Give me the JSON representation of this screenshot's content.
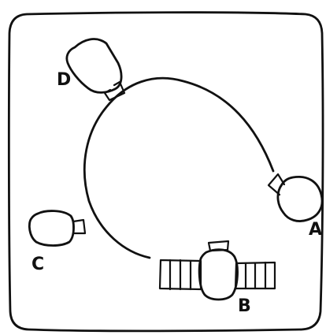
{
  "labels": {
    "a": "A",
    "b": "B",
    "c": "C",
    "d": "D"
  },
  "icons": {
    "camera_a": "camera-icon",
    "camera_c": "camera-icon",
    "camera_d": "camera-icon",
    "satellite_b": "satellite-icon"
  },
  "colors": {
    "ink": "#111111",
    "background": "#ffffff"
  }
}
